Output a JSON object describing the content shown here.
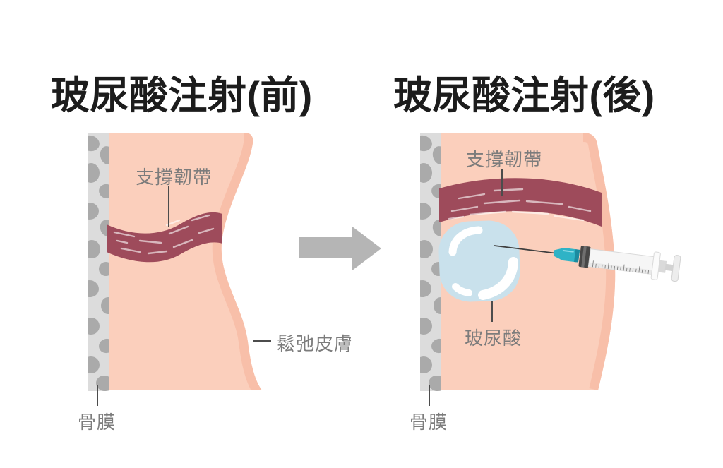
{
  "titles": {
    "before": "玻尿酸注射(前)",
    "after": "玻尿酸注射(後)"
  },
  "labels": {
    "supporting_ligament_before": "支撐韌帶",
    "loose_skin": "鬆弛皮膚",
    "periosteum_before": "骨膜",
    "supporting_ligament_after": "支撐韌帶",
    "hyaluronic_acid": "玻尿酸",
    "periosteum_after": "骨膜"
  },
  "icons": {
    "arrow": "right-arrow-icon",
    "syringe": "syringe-icon"
  },
  "colors": {
    "background": "#ffffff",
    "title_text": "#1c1c1c",
    "label_text": "#7c7c7c",
    "leader_line": "#4c4c4c",
    "skin": "#fbcfbc",
    "skin_edge": "#f8bfa9",
    "bone_bg": "#dcdcdc",
    "bone_blob": "#aaaaaa",
    "ligament": "#9e4b5b",
    "ligament_fiber": "#ffffff",
    "filler": "#c9e1ec",
    "filler_highlight": "#ffffff",
    "arrow": "#b5b5b5",
    "needle_hub": "#2fb3c6",
    "needle_hub_dark": "#1b8ba0",
    "needle_metal": "#3e3e3e",
    "syringe_flange_dark": "#474747",
    "syringe_barrel": "#f6f6f6"
  }
}
